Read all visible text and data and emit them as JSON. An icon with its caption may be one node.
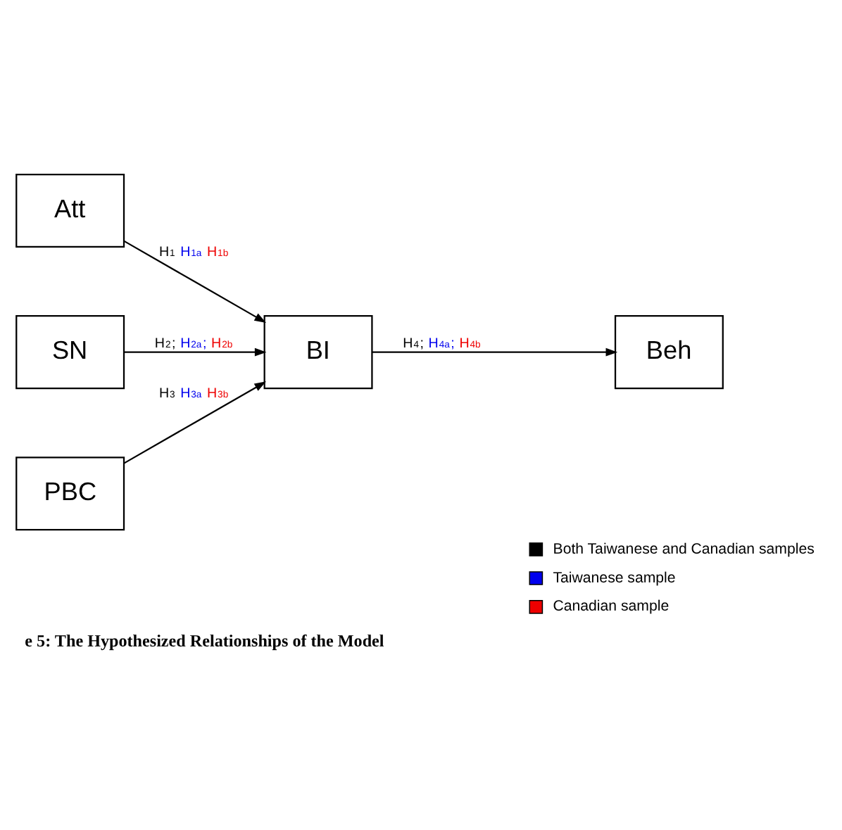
{
  "diagram": {
    "caption": "e 5: The Hypothesized Relationships of the Model",
    "nodes": [
      {
        "text": [
          "Att"
        ]
      },
      {
        "text": [
          "SN"
        ]
      },
      {
        "text": [
          "BI"
        ]
      },
      {
        "text": [
          "Beh"
        ]
      },
      {
        "text": [
          "PBC"
        ]
      }
    ],
    "edges": [
      {
        "from": 0,
        "to": 2,
        "arrow": "to",
        "label": "H$_{1}$ H$_{1a}$ H$_{1b}$"
      },
      {
        "from": 1,
        "to": 2,
        "arrow": "to",
        "label": "H$_{2}$; H$_{2a}$; H$_{2b}$"
      },
      {
        "from": 4,
        "to": 2,
        "arrow": "to",
        "label": "H$_{3}$ H$_{3a}$ H$_{3b}$"
      },
      {
        "from": 2,
        "to": 3,
        "arrow": "to",
        "label": "H$_{4}$; H$_{4a}$; H$_{4b}$"
      }
    ],
    "legend": [
      {
        "text": "Both Taiwanese and Canadian samples",
        "color": "#000000"
      },
      {
        "text": "Taiwanese sample",
        "color": "#0000ee"
      },
      {
        "text": "Canadian sample",
        "color": "#ee0000"
      }
    ]
  }
}
